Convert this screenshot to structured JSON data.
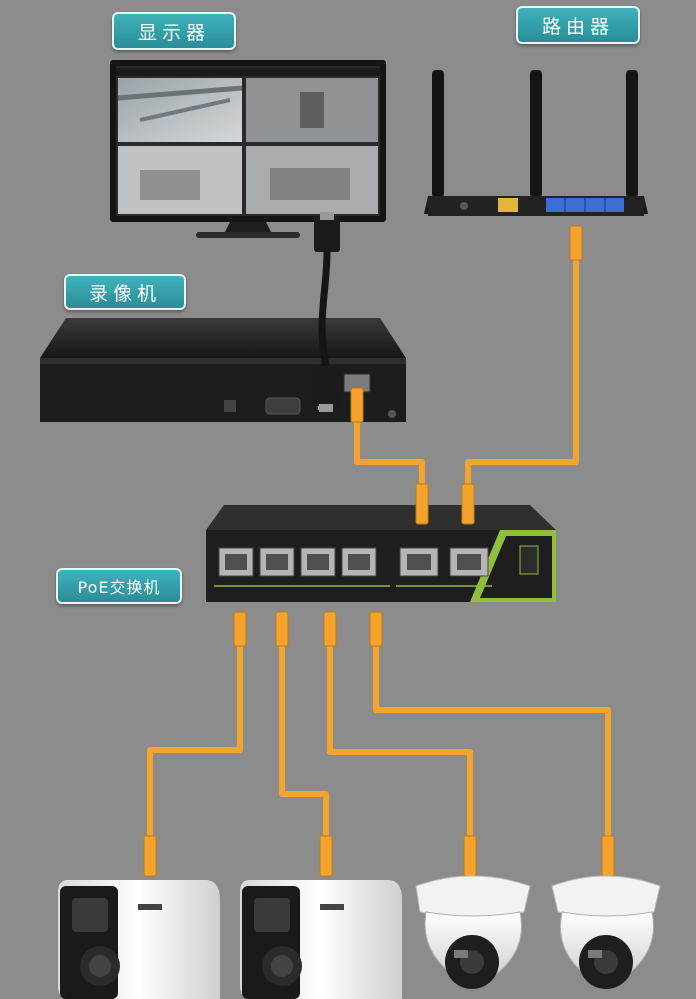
{
  "labels": {
    "monitor": "显示器",
    "router": "路由器",
    "nvr": "录像机",
    "switch": "PoE交换机"
  },
  "colors": {
    "cable": "#f4a42c",
    "label_bg": "#34a1ab",
    "device_dark": "#1c1c1c",
    "background": "#8c8c8c"
  }
}
